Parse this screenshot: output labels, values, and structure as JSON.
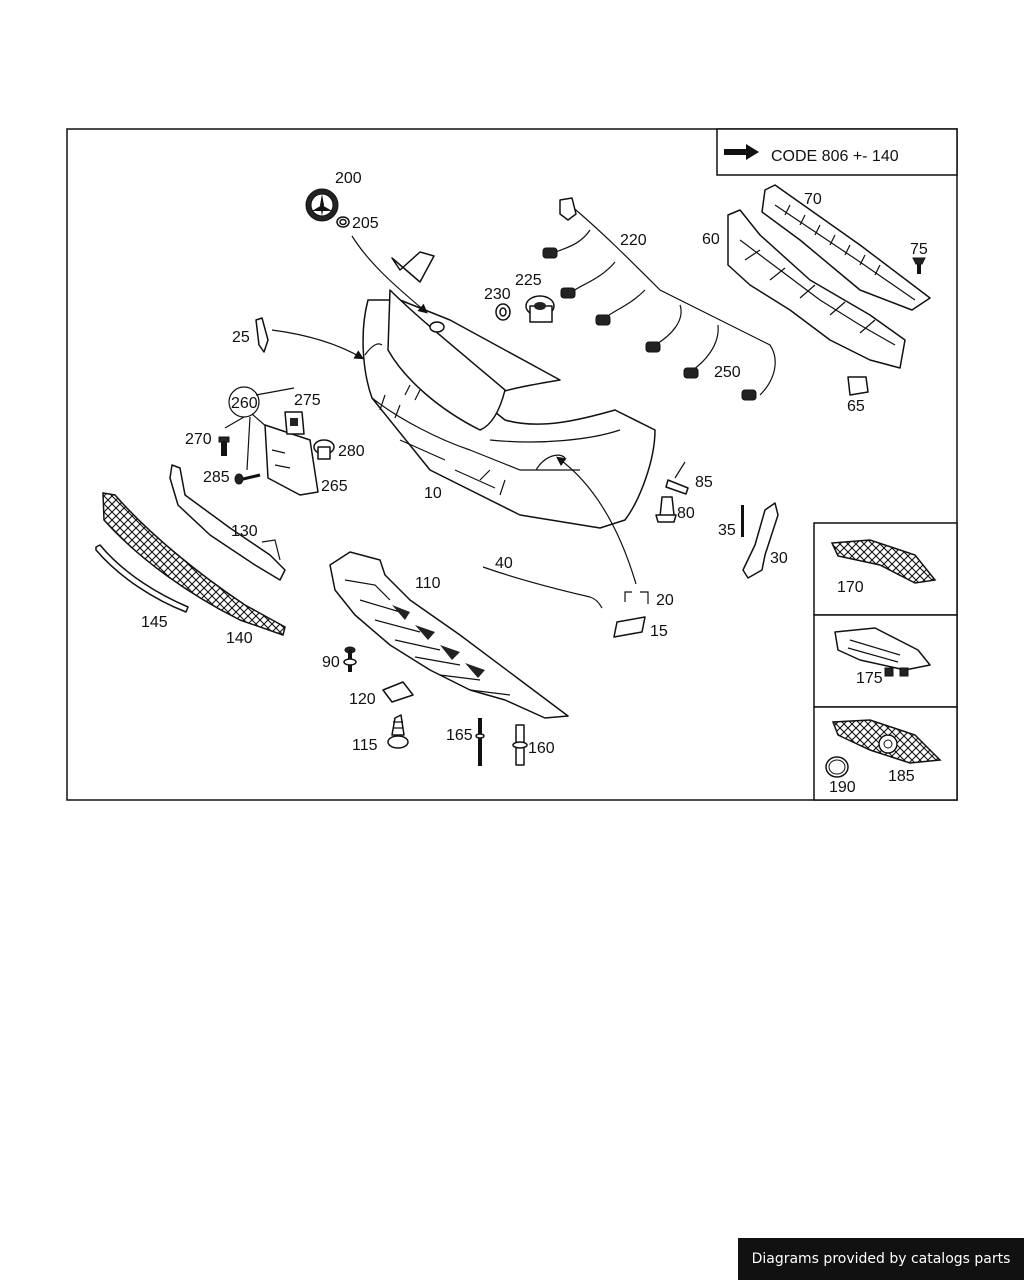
{
  "code_note": "CODE 806 +- 140",
  "parts": {
    "p10": "10",
    "p15": "15",
    "p20": "20",
    "p25": "25",
    "p30": "30",
    "p35": "35",
    "p40": "40",
    "p60": "60",
    "p65": "65",
    "p70": "70",
    "p75": "75",
    "p80": "80",
    "p85": "85",
    "p90": "90",
    "p110": "110",
    "p115": "115",
    "p120": "120",
    "p130": "130",
    "p140": "140",
    "p145": "145",
    "p160": "160",
    "p165": "165",
    "p170": "170",
    "p175": "175",
    "p185": "185",
    "p190": "190",
    "p200": "200",
    "p205": "205",
    "p220": "220",
    "p225": "225",
    "p230": "230",
    "p250": "250",
    "p260": "260",
    "p265": "265",
    "p270": "270",
    "p275": "275",
    "p280": "280",
    "p285": "285"
  },
  "footer": "Diagrams provided by catalogs parts"
}
